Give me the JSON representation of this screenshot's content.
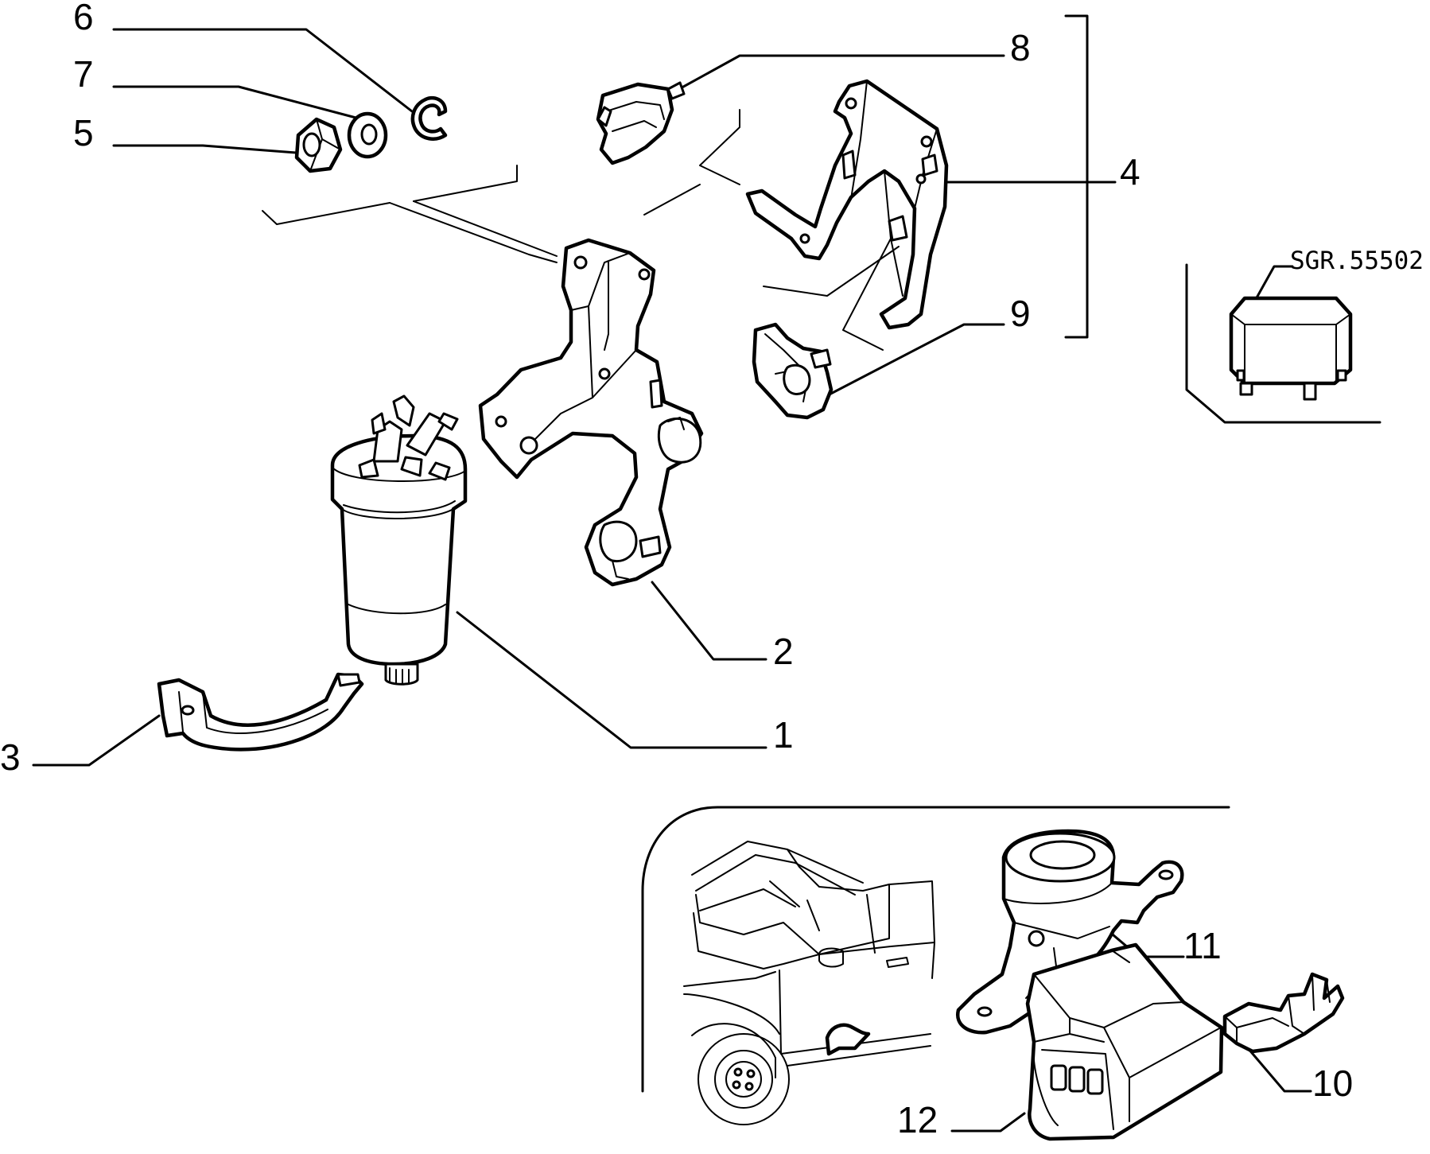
{
  "diagram": {
    "reference_code": "SGR.55502",
    "callouts": [
      {
        "id": "label-1",
        "text": "1"
      },
      {
        "id": "label-2",
        "text": "2"
      },
      {
        "id": "label-3",
        "text": "3"
      },
      {
        "id": "label-4",
        "text": "4"
      },
      {
        "id": "label-5",
        "text": "5"
      },
      {
        "id": "label-6",
        "text": "6"
      },
      {
        "id": "label-7",
        "text": "7"
      },
      {
        "id": "label-8",
        "text": "8"
      },
      {
        "id": "label-9",
        "text": "9"
      },
      {
        "id": "label-10",
        "text": "10"
      },
      {
        "id": "label-11",
        "text": "11"
      },
      {
        "id": "label-12",
        "text": "12"
      }
    ]
  }
}
